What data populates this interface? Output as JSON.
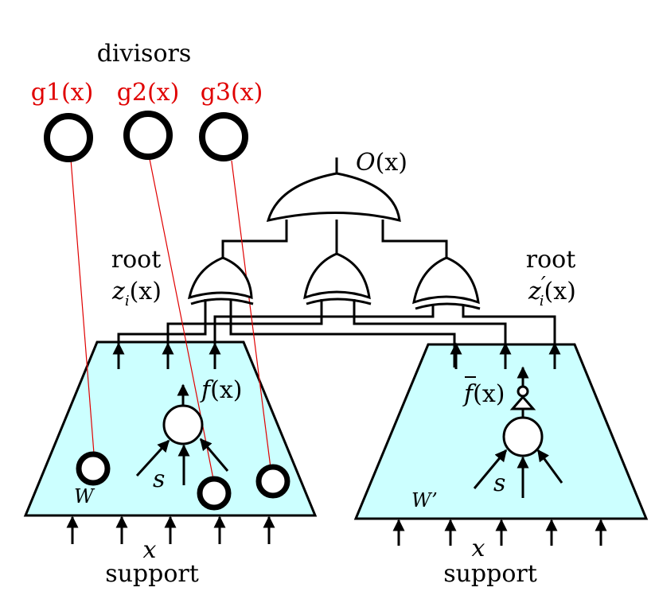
{
  "header": {
    "title": "divisors"
  },
  "divisors": [
    {
      "label": "g1(x)"
    },
    {
      "label": "g2(x)"
    },
    {
      "label": "g3(x)"
    }
  ],
  "output": {
    "name": "O",
    "arg": "(x)"
  },
  "roots": {
    "left": {
      "title": "root",
      "name": "z",
      "sub": "i",
      "arg": "(x)"
    },
    "right": {
      "title": "root",
      "name": "z",
      "prime": "′",
      "sub": "i",
      "arg": "(x)"
    }
  },
  "circuits": {
    "left": {
      "function": {
        "name": "f",
        "arg": "(x)"
      },
      "weight_label": "W",
      "s_label": "s",
      "input_label": "x",
      "support_label": "support"
    },
    "right": {
      "function": {
        "name": "f",
        "arg": "(x)"
      },
      "weight_label": "W’",
      "s_label": "s",
      "input_label": "x",
      "support_label": "support"
    }
  },
  "colors": {
    "box_fill": "#ccffff",
    "accent": "#e00000",
    "stroke": "#000000"
  }
}
